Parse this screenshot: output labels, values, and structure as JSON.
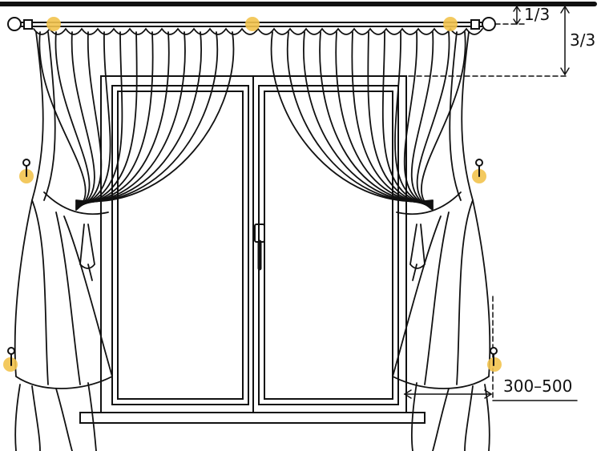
{
  "labels": {
    "top_ratio": "1/3",
    "full_ratio": "3/3",
    "offset_range": "300–500"
  },
  "colors": {
    "line": "#111111",
    "marker": "#f2c34e"
  }
}
